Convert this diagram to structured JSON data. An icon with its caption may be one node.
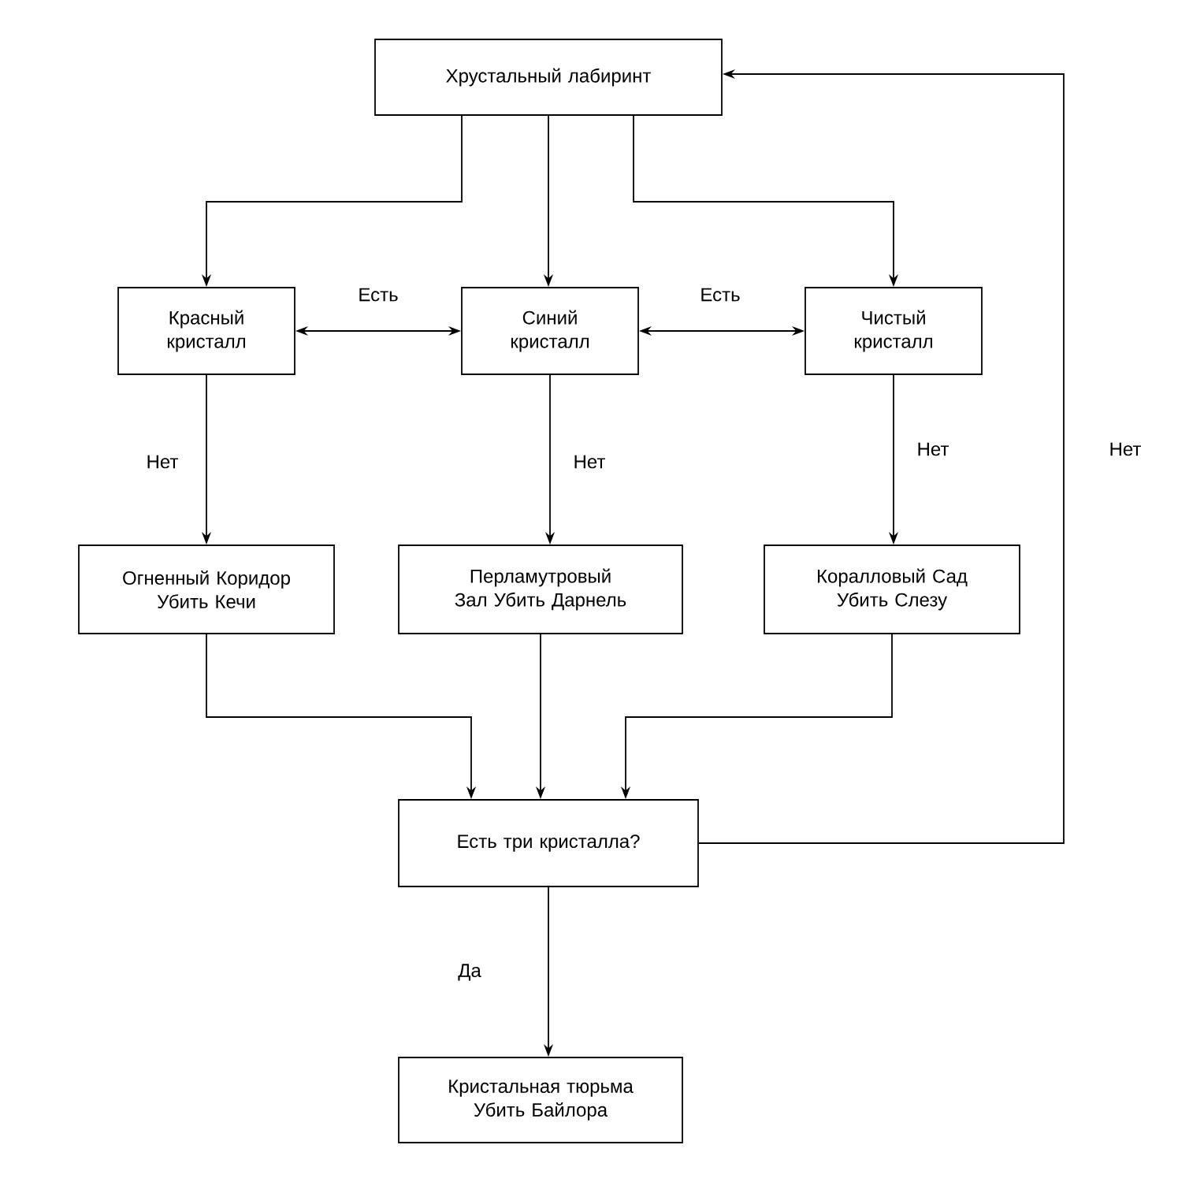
{
  "diagram": {
    "nodes": [
      {
        "text": [
          "Хрустальный лабиринт"
        ]
      },
      {
        "text": [
          "Красный кристалл"
        ]
      },
      {
        "text": [
          "Синий кристалл"
        ]
      },
      {
        "text": [
          "Чистый кристалл"
        ]
      },
      {
        "text": [
          "Огненный Коридор Убить Кечи"
        ]
      },
      {
        "text": [
          "Перламутровый Зал Убить Дарнель"
        ]
      },
      {
        "text": [
          "Коралловый Сад Убить Слезу"
        ]
      },
      {
        "text": [
          "Есть три кристалла?"
        ]
      },
      {
        "text": [
          "Кристальная тюрьма Убить Байлора"
        ]
      }
    ],
    "edges": [
      {
        "from": 0,
        "to": 1,
        "arrow": "to"
      },
      {
        "from": 0,
        "to": 2,
        "arrow": "to"
      },
      {
        "from": 0,
        "to": 3,
        "arrow": "to"
      },
      {
        "from": 1,
        "to": 2,
        "arrow": "both",
        "label": "Есть"
      },
      {
        "from": 2,
        "to": 3,
        "arrow": "both",
        "label": "Есть"
      },
      {
        "from": 1,
        "to": 4,
        "arrow": "to",
        "label": "Нет"
      },
      {
        "from": 2,
        "to": 5,
        "arrow": "to",
        "label": "Нет"
      },
      {
        "from": 3,
        "to": 6,
        "arrow": "to",
        "label": "Нет"
      },
      {
        "from": 4,
        "to": 7,
        "arrow": "to"
      },
      {
        "from": 5,
        "to": 7,
        "arrow": "to"
      },
      {
        "from": 6,
        "to": 7,
        "arrow": "to"
      },
      {
        "from": 7,
        "to": 0,
        "arrow": "to",
        "label": "Нет"
      },
      {
        "from": 7,
        "to": 8,
        "arrow": "to",
        "label": "Да"
      }
    ]
  }
}
